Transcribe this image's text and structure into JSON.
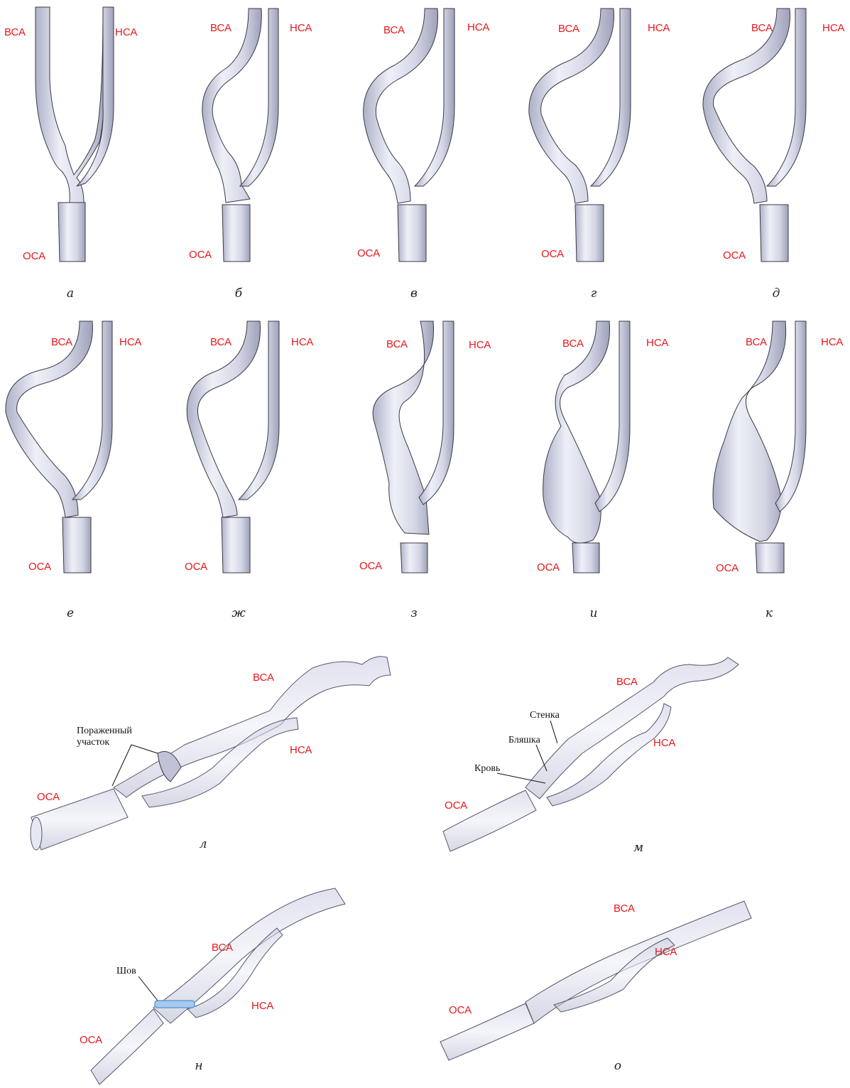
{
  "panels": [
    {
      "caption": "а",
      "labels": {
        "ica": "ВСА",
        "eca": "НСА",
        "cca": "ОСА"
      }
    },
    {
      "caption": "б",
      "labels": {
        "ica": "ВСА",
        "eca": "НСА",
        "cca": "ОСА"
      }
    },
    {
      "caption": "в",
      "labels": {
        "ica": "ВСА",
        "eca": "НСА",
        "cca": "ОСА"
      }
    },
    {
      "caption": "г",
      "labels": {
        "ica": "ВСА",
        "eca": "НСА",
        "cca": "ОСА"
      }
    },
    {
      "caption": "д",
      "labels": {
        "ica": "ВСА",
        "eca": "НСА",
        "cca": "ОСА"
      }
    },
    {
      "caption": "е",
      "labels": {
        "ica": "ВСА",
        "eca": "НСА",
        "cca": "ОСА"
      }
    },
    {
      "caption": "ж",
      "labels": {
        "ica": "ВСА",
        "eca": "НСА",
        "cca": "ОСА"
      }
    },
    {
      "caption": "з",
      "labels": {
        "ica": "ВСА",
        "eca": "НСА",
        "cca": "ОСА"
      }
    },
    {
      "caption": "и",
      "labels": {
        "ica": "ВСА",
        "eca": "НСА",
        "cca": "ОСА"
      }
    },
    {
      "caption": "к",
      "labels": {
        "ica": "ВСА",
        "eca": "НСА",
        "cca": "ОСА"
      }
    }
  ],
  "panel_l": {
    "caption": "л",
    "labels": {
      "ica": "ВСА",
      "eca": "НСА",
      "cca": "ОСА"
    },
    "annotation_line1": "Пораженный",
    "annotation_line2": "участок"
  },
  "panel_m": {
    "caption": "м",
    "labels": {
      "ica": "ВСА",
      "eca": "НСА",
      "cca": "ОСА"
    },
    "wall": "Стенка",
    "plaque": "Бляшка",
    "blood": "Кровь"
  },
  "panel_n": {
    "caption": "н",
    "labels": {
      "ica": "ВСА",
      "eca": "НСА",
      "cca": "ОСА"
    },
    "suture": "Шов"
  },
  "panel_o": {
    "caption": "о",
    "labels": {
      "ica": "ВСА",
      "eca": "НСА",
      "cca": "ОСА"
    }
  },
  "colors": {
    "label": "#e8171b",
    "vessel_fill": "#d6d8ea",
    "vessel_edge": "#3a3a44",
    "suture": "#5b9bd5"
  }
}
